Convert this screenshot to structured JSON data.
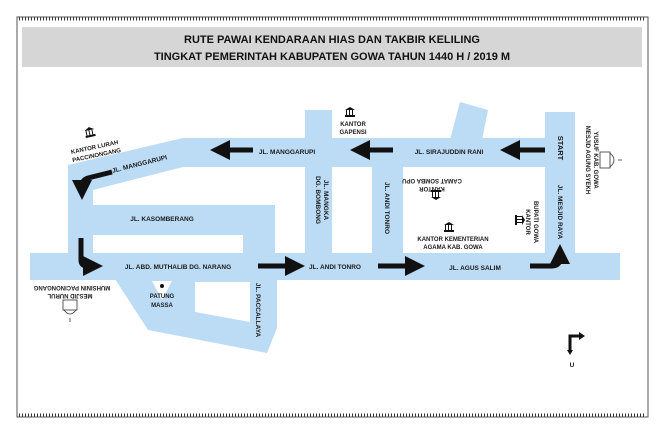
{
  "title": {
    "line1": "RUTE PAWAI KENDARAAN HIAS DAN TAKBIR KELILING",
    "line2": "TINGKAT PEMERINTAH KABUPATEN GOWA TAHUN 1440 H / 2019 M"
  },
  "colors": {
    "road": "#bcdcf6",
    "title_band": "#d6d6d6",
    "arrow": "#111111"
  },
  "streets": {
    "manggarupi_1": "JL. MANGGARUPI",
    "manggarupi_2": "JL. MANGGARUPI",
    "kasomberang": "JL. KASOMBERANG",
    "narang": "JL. ABD. MUTHALIB DG. NARANG",
    "andi_tonro_h": "JL. ANDI TONRO",
    "agus_salim": "JL. AGUS SALIM",
    "mangka_1": "JL. MANGKA",
    "mangka_2": "DG. BOMBONG",
    "andi_tonro_v": "JL. ANDI TONRO",
    "sirajuddin": "JL. SIRAJUDDIN RANI",
    "mesjid_raya": "JL. MESJID RAYA",
    "paccallaya": "JL. PACCALLAYA"
  },
  "landmarks": {
    "lurah_1": "KANTOR LURAH",
    "lurah_2": "PACCINONGANG",
    "gapensi_1": "KANTOR",
    "gapensi_2": "GAPENSI",
    "camat_1": "KANTOR",
    "camat_2": "CAMAT SOMBA OPU",
    "kemenag_1": "KANTOR KEMENTERIAN",
    "kemenag_2": "AGAMA KAB. GOWA",
    "bupati_1": "KANTOR",
    "bupati_2": "BUPATI GOWA",
    "mesjid_agung_1": "MESJID AGUNG SYEKH",
    "mesjid_agung_2": "YUSUF KAB. GOWA",
    "mesjid_nurul_1": "MESJID NURUL",
    "mesjid_nurul_2": "MUHSININ PACINONGANG",
    "patung_1": "PATUNG",
    "patung_2": "MASSA"
  },
  "start_label": "START",
  "compass_label": "U"
}
